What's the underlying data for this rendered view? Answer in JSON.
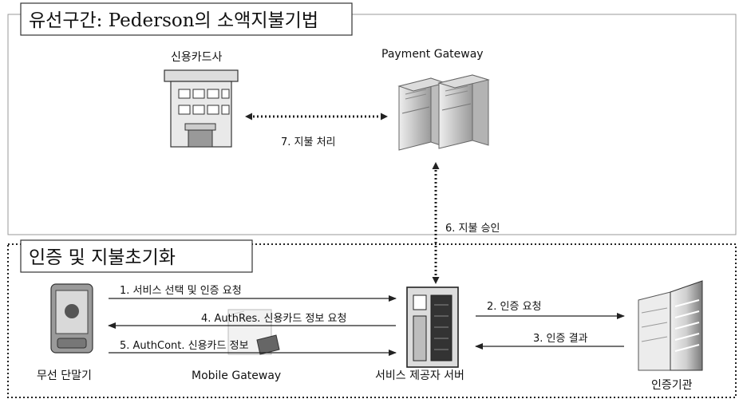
{
  "wired_section": {
    "title": "유선구간: Pederson의 소액지불기법",
    "card_company_label": "신용카드사",
    "payment_gateway_label": "Payment Gateway",
    "step7_label": "7. 지불 처리"
  },
  "step6_label": "6. 지불 승인",
  "auth_section": {
    "title": "인증 및 지불초기화",
    "wireless_terminal_label": "무선 단말기",
    "mobile_gateway_label": "Mobile Gateway",
    "service_provider_label": "서비스 제공자 서버",
    "auth_agency_label": "인증기관",
    "step1_label": "1. 서비스 선택 및 인증 요청",
    "step2_label": "2. 인증 요청",
    "step3_label": "3. 인증 결과",
    "step4_label": "4. AuthRes. 신용카드 정보 요청",
    "step5_label": "5. AuthCont. 신용카드 정보"
  }
}
